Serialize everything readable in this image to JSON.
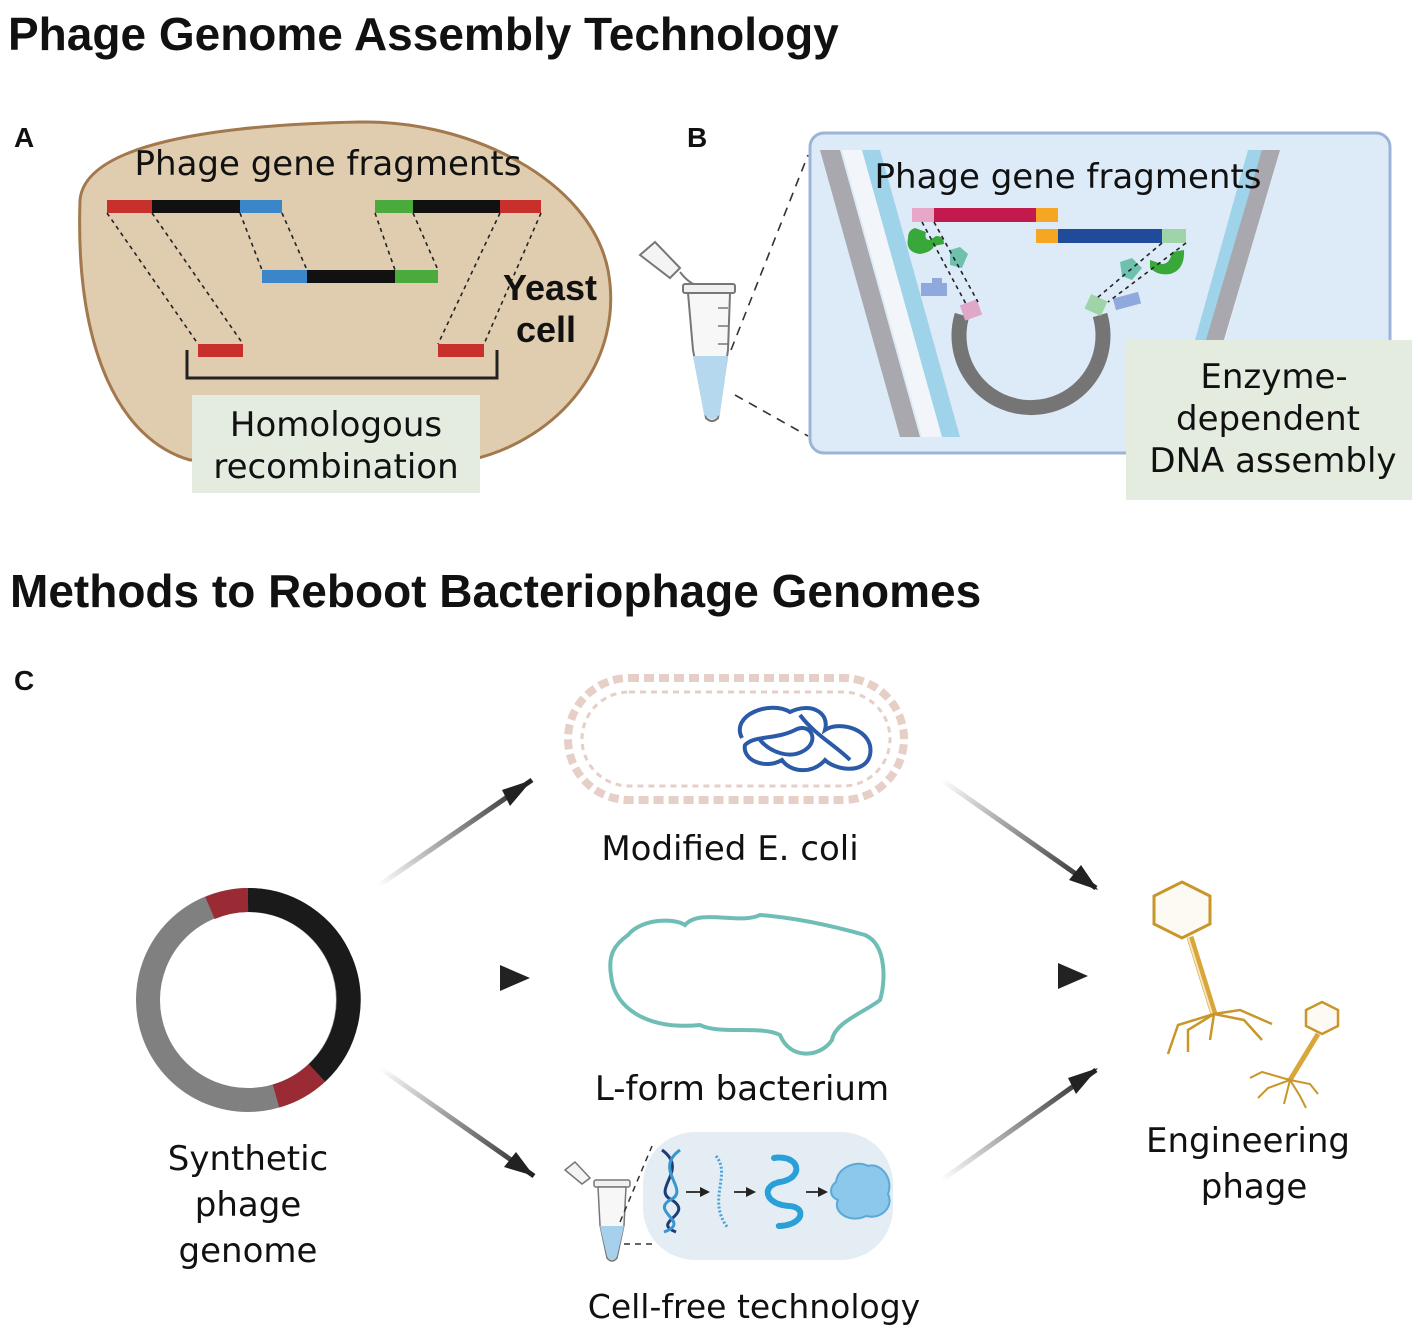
{
  "titles": {
    "assembly": "Phage Genome Assembly Technology",
    "reboot": "Methods to Reboot  Bacteriophage Genomes"
  },
  "panel_a": {
    "letter": "A",
    "fragments_label": "Phage gene fragments",
    "cell_label_line1": "Yeast",
    "cell_label_line2": "cell",
    "method_line1": "Homologous",
    "method_line2": "recombination"
  },
  "panel_b": {
    "letter": "B",
    "fragments_label": "Phage gene fragments",
    "method_line1": "Enzyme-",
    "method_line2": "dependent",
    "method_line3": "DNA assembly"
  },
  "panel_c": {
    "letter": "C",
    "source_line1": "Synthetic",
    "source_line2": "phage",
    "source_line3": "genome",
    "route_ecoli": "Modified E. coli",
    "route_lform": "L-form bacterium",
    "route_cellfree": "Cell-free technology",
    "result_line1": "Engineering",
    "result_line2": "phage"
  },
  "colors": {
    "yeast_cell": "#e0cdb0",
    "fragment_red": "#c8302c",
    "fragment_blue": "#3a86c8",
    "fragment_green": "#4aaa3c",
    "tube_panel": "#dcebf7",
    "label_box": "#e3ecdf",
    "genome_black": "#1a1a1a",
    "genome_gray": "#808080",
    "genome_red": "#9a2a33",
    "phage": "#d4a028",
    "lform": "#6fbdb5",
    "ecoli_dna": "#2b5aa6"
  },
  "icons": [
    "microtube-icon",
    "dna-helix-icon",
    "mrna-icon",
    "peptide-icon",
    "protein-icon",
    "phage-icon",
    "enzyme-icon"
  ]
}
